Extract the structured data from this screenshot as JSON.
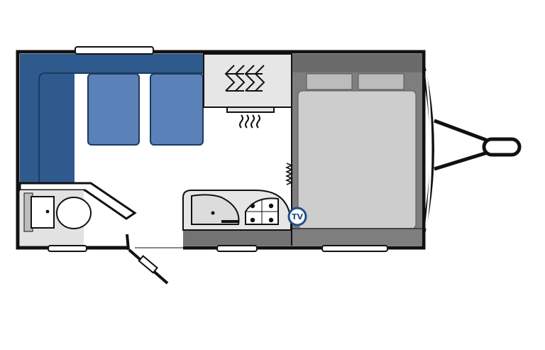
{
  "diagram": {
    "type": "caravan-floor-plan",
    "labels": {
      "tv": "TV"
    },
    "colors": {
      "outline": "#111111",
      "seating_dark": "#2f5a8e",
      "seating_cushion": "#5a82b8",
      "bed_frame": "#7e7e7e",
      "bed_mattress": "#cdcdcd",
      "bed_pillow": "#b9b9b9",
      "kitchen_counter": "#e6e6e6",
      "worktop_base": "#737373",
      "washroom_floor": "#e2e2e2",
      "tv_ring": "#1f4f86"
    },
    "features": [
      "front-seating-lounge",
      "wardrobe",
      "heater",
      "washroom-toilet",
      "kitchen-sink",
      "hob",
      "tv-point",
      "fixed-bed",
      "entrance-door",
      "towing-a-frame"
    ]
  }
}
